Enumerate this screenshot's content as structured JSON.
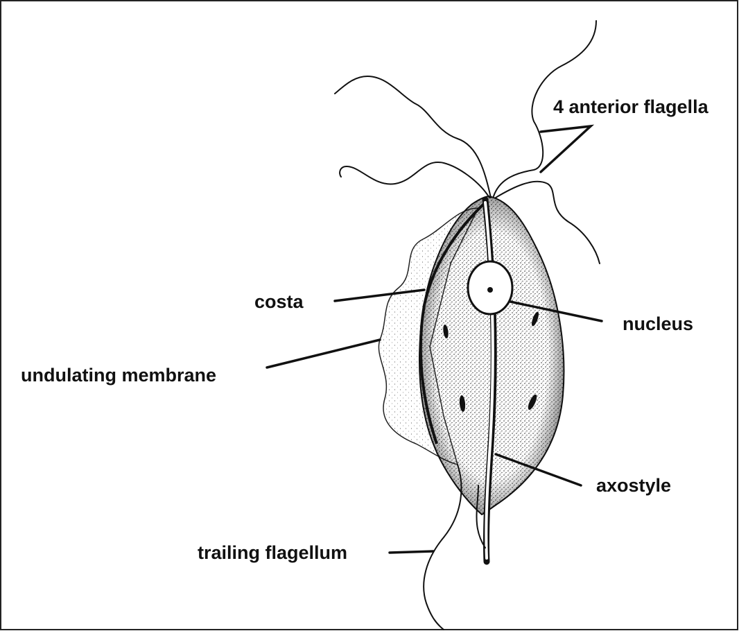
{
  "labels": {
    "anterior_flagella": "4 anterior flagella",
    "costa": "costa",
    "nucleus": "nucleus",
    "undulating_membrane": "undulating membrane",
    "axostyle": "axostyle",
    "trailing_flagellum": "trailing flagellum"
  },
  "colors": {
    "ink": "#111111",
    "background": "#ffffff"
  }
}
